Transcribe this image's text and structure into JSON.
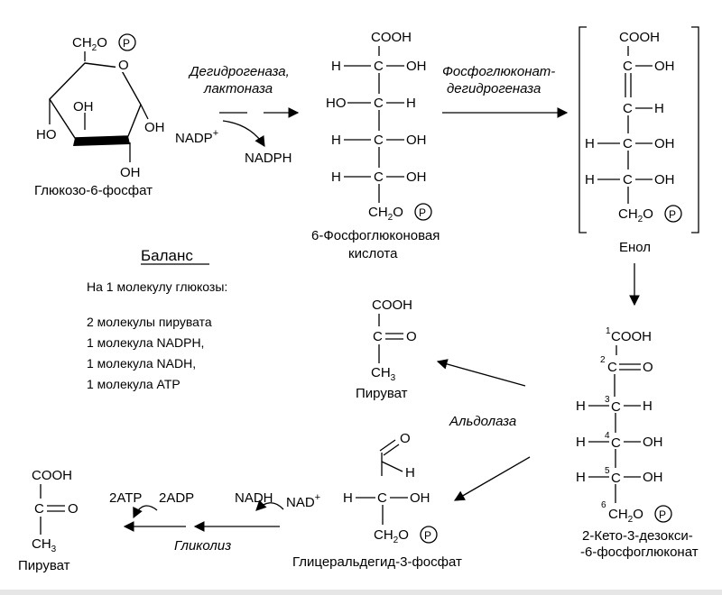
{
  "molecules": {
    "glucose6p": {
      "ch2o": "CH",
      "ch2o_sub": "2",
      "ch2o_o": "O",
      "ring_o": "O",
      "oh": "OH",
      "ho": "HO",
      "p": "P",
      "name": "Глюкозо-6-фосфат"
    },
    "gluconate": {
      "cooh": "COOH",
      "h": "H",
      "oh": "OH",
      "ho": "HO",
      "c": "C",
      "ch2o": "CH",
      "ch2o_sub": "2",
      "ch2o_o": "O",
      "p": "P",
      "name_line1": "6-Фосфоглюконовая",
      "name_line2": "кислота"
    },
    "enol": {
      "cooh": "COOH",
      "c": "C",
      "oh": "OH",
      "h": "H",
      "ch2o": "CH",
      "ch2o_sub": "2",
      "ch2o_o": "O",
      "p": "P",
      "name": "Енол"
    },
    "kdpg": {
      "num1": "1",
      "num2": "2",
      "num3": "3",
      "num4": "4",
      "num5": "5",
      "num6": "6",
      "cooh": "COOH",
      "c": "C",
      "o": "O",
      "h": "H",
      "oh": "OH",
      "ch2o": "CH",
      "ch2o_sub": "2",
      "ch2o_o": "O",
      "p": "P",
      "name_line1": "2-Кето-3-дезокси-",
      "name_line2": "-6-фосфоглюконат"
    },
    "pyruvate_mid": {
      "cooh": "COOH",
      "c": "C",
      "o": "O",
      "ch3": "CH",
      "ch3_sub": "3",
      "name": "Пируват"
    },
    "g3p": {
      "o": "O",
      "h": "H",
      "c": "C",
      "oh": "OH",
      "ch2o": "CH",
      "ch2o_sub": "2",
      "ch2o_o": "O",
      "p": "P",
      "name": "Глицеральдегид-3-фосфат"
    },
    "pyruvate_final": {
      "cooh": "COOH",
      "c": "C",
      "o": "O",
      "ch3": "CH",
      "ch3_sub": "3",
      "name": "Пируват"
    }
  },
  "enzymes": {
    "dehydrogenase_line1": "Дегидрогеназа,",
    "dehydrogenase_line2": "лактоназа",
    "phosphogluconate_line1": "Фосфоглюконат-",
    "phosphogluconate_line2": "дегидрогеназа",
    "aldolase": "Альдолаза",
    "glycolysis": "Гликолиз"
  },
  "cofactors": {
    "nadp_plus": "NADP",
    "plus": "+",
    "nadph": "NADPH",
    "nadh": "NADH",
    "nad_plus": "NAD",
    "two_atp": "2ATP",
    "two_adp": "2ADP"
  },
  "balance": {
    "title": "Баланс",
    "subtitle": "На 1 молекулу глюкозы:",
    "items": [
      "2 молекулы пирувата",
      "1 молекула NADPH,",
      "1 молекула NADH,",
      "1 молекула ATP"
    ]
  }
}
